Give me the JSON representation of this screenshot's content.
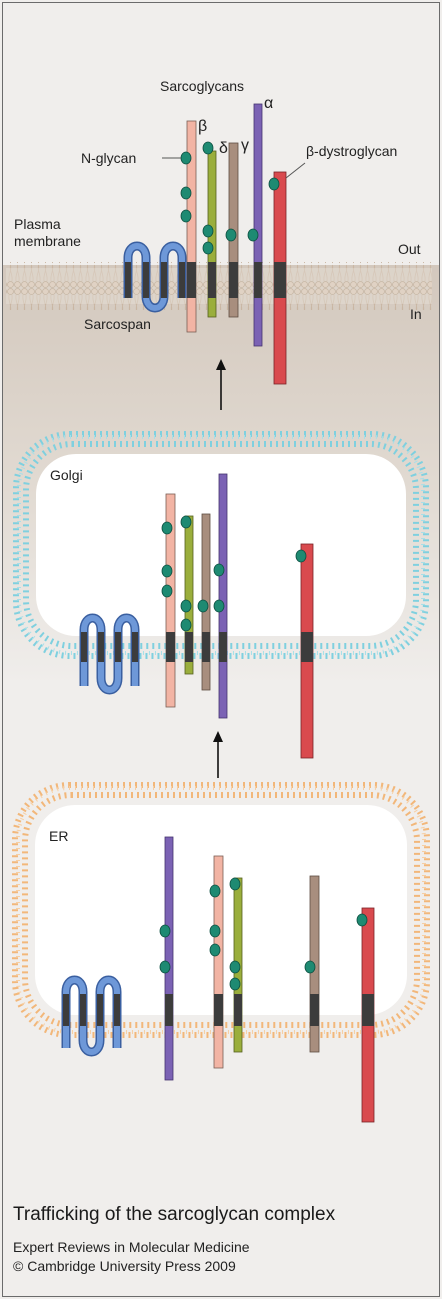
{
  "labels": {
    "sarcoglycans": "Sarcoglycans",
    "alpha": "α",
    "beta": "β",
    "delta": "δ",
    "gamma": "γ",
    "nglycan": "N-glycan",
    "bdg": "β-dystroglycan",
    "plasma1": "Plasma",
    "plasma2": "membrane",
    "out": "Out",
    "in": "In",
    "sarcospan": "Sarcospan",
    "golgi": "Golgi",
    "er": "ER"
  },
  "caption": {
    "title": "Trafficking of the sarcoglycan complex",
    "journal": "Expert Reviews in Molecular Medicine",
    "copyright": "© Cambridge University Press 2009"
  },
  "colors": {
    "alpha": "#7b62b4",
    "beta": "#f2b4a4",
    "delta": "#a88e7e",
    "gamma": "#9aae3c",
    "dystroglycan": "#d94a4e",
    "sarcospan": "#5f8bd0",
    "glycan": "#1e8a72",
    "tm_segment": "#3c3c3c",
    "plasma_membrane": "#b9a592",
    "golgi_membrane": "#7fd0df",
    "er_membrane": "#f2b77a",
    "cytoplasm": "#d5cbc2"
  },
  "icons": {
    "arrows": "up-arrow"
  }
}
